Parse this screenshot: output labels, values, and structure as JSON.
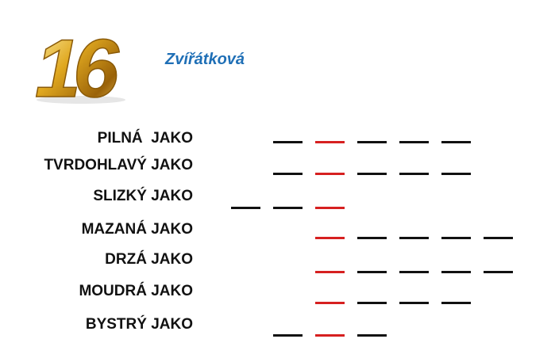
{
  "logo": {
    "number": "16"
  },
  "title": "Zvířátková",
  "colors": {
    "title": "#1f6fb6",
    "blank": "#111111",
    "highlight": "#d62020"
  },
  "rows": [
    {
      "label": "PILNÁ  JAKO",
      "letters_before": 1,
      "letters_after": 3
    },
    {
      "label": "TVRDOHLAVÝ JAKO",
      "letters_before": 1,
      "letters_after": 3
    },
    {
      "label": "SLIZKÝ JAKO",
      "letters_before": 2,
      "letters_after": 0
    },
    {
      "label": "MAZANÁ JAKO",
      "letters_before": 0,
      "letters_after": 4
    },
    {
      "label": "DRZÁ JAKO",
      "letters_before": 0,
      "letters_after": 4
    },
    {
      "label": "MOUDRÁ JAKO",
      "letters_before": 0,
      "letters_after": 3
    },
    {
      "label": "BYSTRÝ JAKO",
      "letters_before": 1,
      "letters_after": 1
    }
  ]
}
